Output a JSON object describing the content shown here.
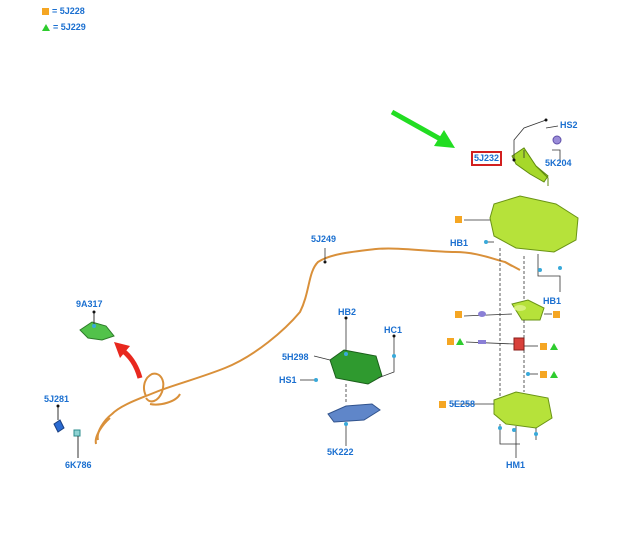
{
  "legend": {
    "square": {
      "symbol": "square-icon",
      "color": "#f5a623",
      "text": "= 5J228"
    },
    "triangle": {
      "symbol": "triangle-icon",
      "color": "#2ecc2e",
      "text": "= 5J229"
    }
  },
  "labels": {
    "hs2": "HS2",
    "p5j232": "5J232",
    "p5k204": "5K204",
    "hb1_upper": "HB1",
    "hb1_right": "HB1",
    "p5j249": "5J249",
    "p9a317": "9A317",
    "hb2": "HB2",
    "hc1": "HC1",
    "p5h298": "5H298",
    "hs1": "HS1",
    "p5k222": "5K222",
    "p5j281": "5J281",
    "p6k786": "6K786",
    "p5e258": "5E258",
    "hm1": "HM1"
  },
  "colors": {
    "label": "#1a6fd0",
    "highlight_box": "#d21f1f",
    "pipe": "#d9903a",
    "green_arrow": "#22dd22",
    "red_arrow": "#e8281e",
    "lime_part": "#a6d82a",
    "dark_green_part": "#2f9a2f",
    "blue_part": "#5f86c9",
    "red_part": "#d8403a"
  }
}
